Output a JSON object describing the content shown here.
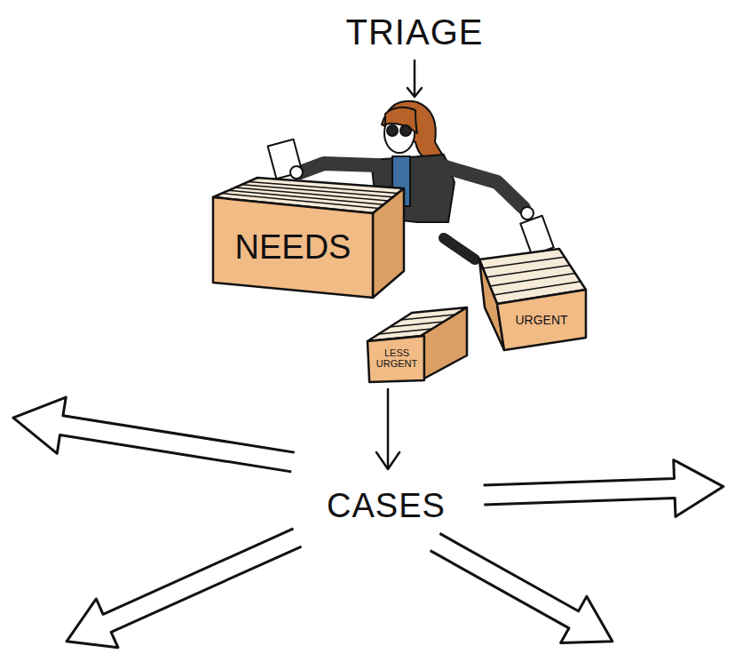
{
  "diagram": {
    "title": "TRIAGE",
    "nodes": [
      {
        "text": [
          "NEEDS"
        ]
      },
      {
        "text": [
          "URGENT"
        ]
      },
      {
        "text": [
          "LESS URGENT"
        ]
      }
    ],
    "labels": [
      "CASES"
    ]
  }
}
